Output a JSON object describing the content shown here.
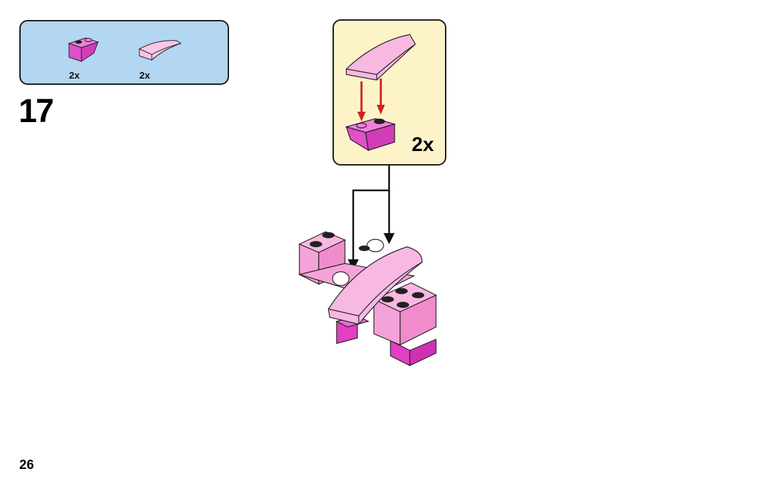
{
  "parts_list": {
    "items": [
      {
        "name": "inverted-slope-brick",
        "color": "#e85bd0",
        "quantity": "2x"
      },
      {
        "name": "curved-slope-plate",
        "color": "#f7b6dd",
        "quantity": "2x"
      }
    ]
  },
  "step": {
    "number": "17"
  },
  "subassembly": {
    "quantity": "2x"
  },
  "page": {
    "number": "26"
  },
  "colors": {
    "parts_panel_bg": "#b3d6f2",
    "subassembly_bg": "#fdf3c9",
    "magenta": "#e85bd0",
    "light_pink": "#f7b6dd",
    "arrow_red": "#cc2222"
  }
}
